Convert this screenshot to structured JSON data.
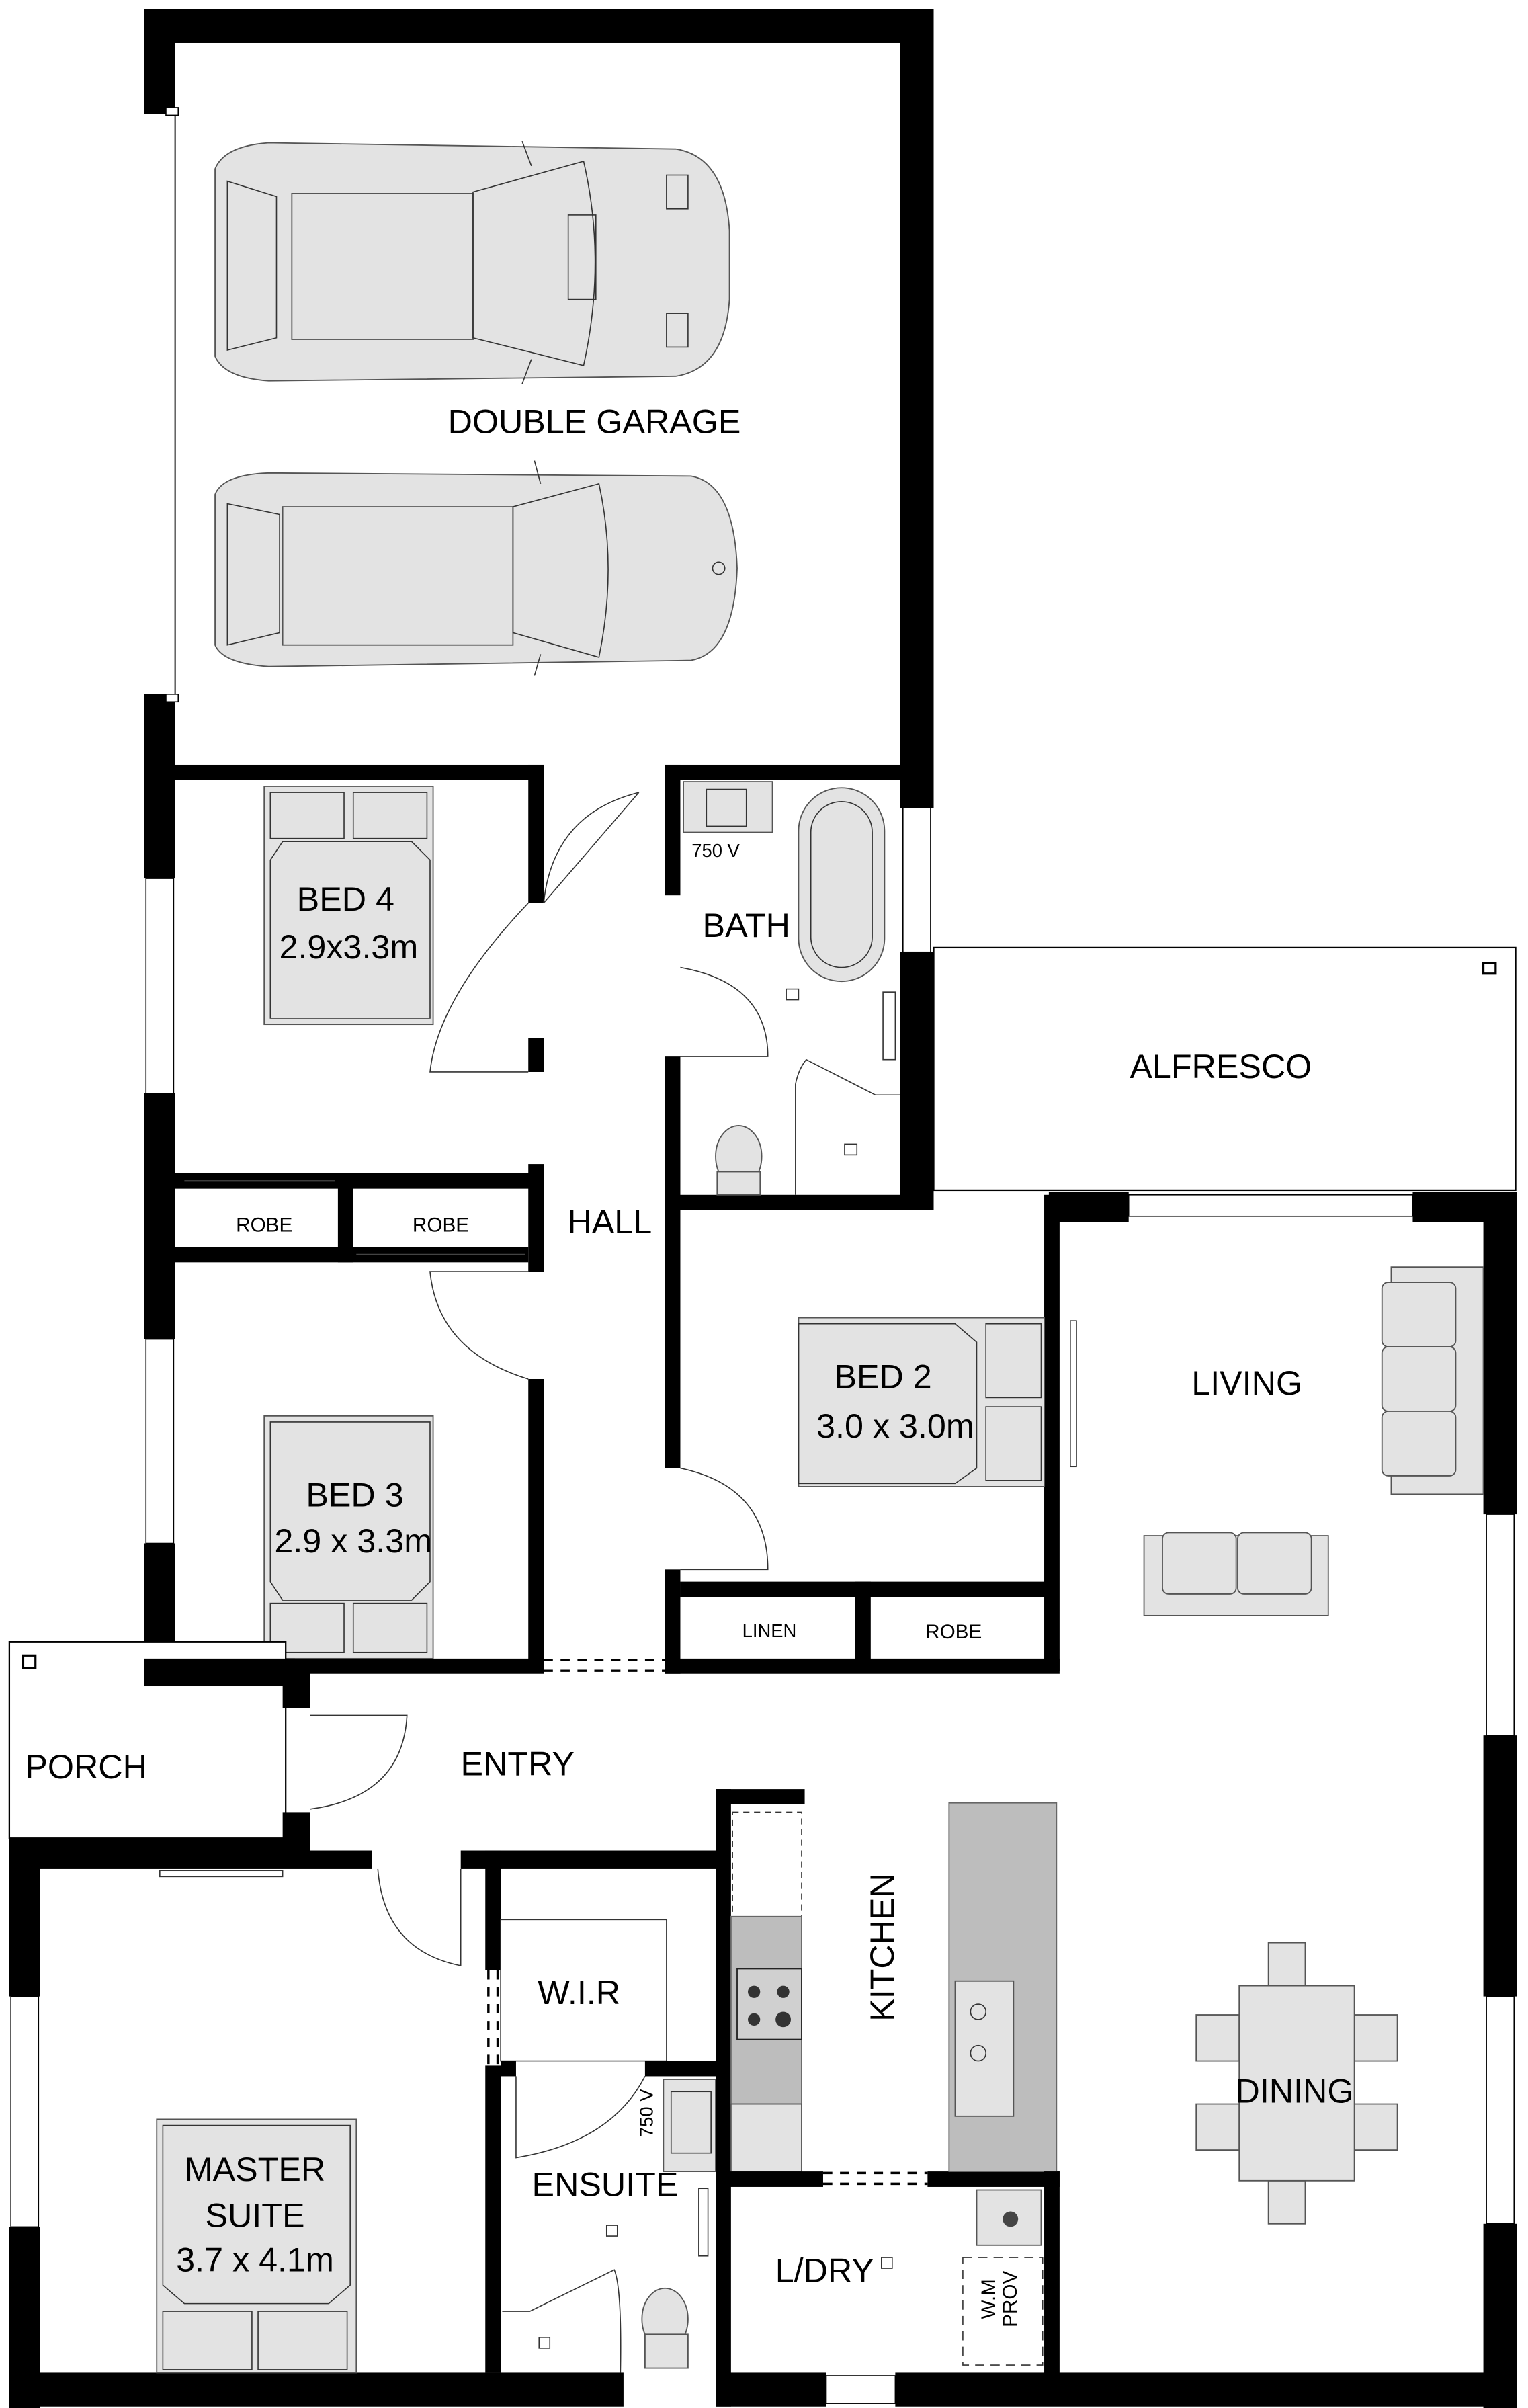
{
  "plan": {
    "rooms": {
      "garage": {
        "label": "DOUBLE GARAGE"
      },
      "bed4": {
        "label": "BED 4",
        "size": "2.9x3.3m"
      },
      "bed3": {
        "label": "BED 3",
        "size": "2.9 x 3.3m"
      },
      "bed2": {
        "label": "BED 2",
        "size": "3.0 x 3.0m"
      },
      "master": {
        "label1": "MASTER",
        "label2": "SUITE",
        "size": "3.7 x 4.1m"
      },
      "robe1": {
        "label": "ROBE"
      },
      "robe2": {
        "label": "ROBE"
      },
      "robe3": {
        "label": "ROBE"
      },
      "linen": {
        "label": "LINEN"
      },
      "hall": {
        "label": "HALL"
      },
      "bath": {
        "label": "BATH",
        "vanity": "750 V"
      },
      "alfresco": {
        "label": "ALFRESCO"
      },
      "living": {
        "label": "LIVING"
      },
      "porch": {
        "label": "PORCH"
      },
      "entry": {
        "label": "ENTRY"
      },
      "wir": {
        "label": "W.I.R"
      },
      "ensuite": {
        "label": "ENSUITE",
        "vanity": "750 V"
      },
      "kitchen": {
        "label": "KITCHEN"
      },
      "dining": {
        "label": "DINING"
      },
      "laundry": {
        "label": "L/DRY",
        "wm1": "W.M",
        "wm2": "PROV"
      }
    }
  }
}
